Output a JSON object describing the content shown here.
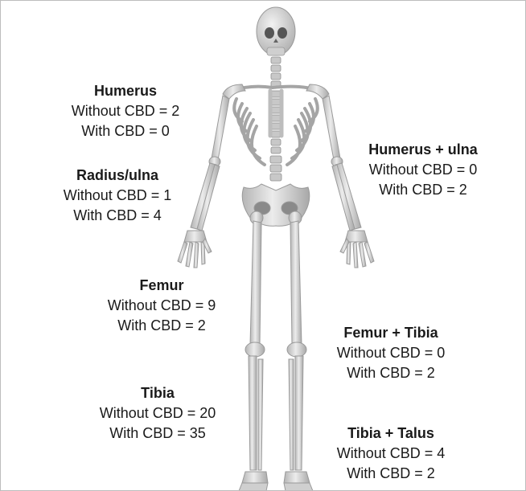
{
  "figure": {
    "labels": [
      {
        "id": "humerus",
        "name": "Humerus",
        "without": "Without CBD = 2",
        "with": "With CBD = 0"
      },
      {
        "id": "radius-ulna",
        "name": "Radius/ulna",
        "without": "Without CBD = 1",
        "with": "With CBD = 4"
      },
      {
        "id": "femur",
        "name": "Femur",
        "without": "Without CBD = 9",
        "with": "With CBD = 2"
      },
      {
        "id": "tibia",
        "name": "Tibia",
        "without": "Without CBD = 20",
        "with": "With CBD = 35"
      },
      {
        "id": "humerus-ulna",
        "name": "Humerus + ulna",
        "without": "Without CBD = 0",
        "with": "With CBD = 2"
      },
      {
        "id": "femur-tibia",
        "name": "Femur + Tibia",
        "without": "Without CBD = 0",
        "with": "With CBD = 2"
      },
      {
        "id": "tibia-talus",
        "name": "Tibia + Talus",
        "without": "Without CBD = 4",
        "with": "With CBD = 2"
      }
    ],
    "colors": {
      "bone": "#d9d9d9",
      "bone_shadow": "#a9a9a9",
      "text": "#1a1a1a",
      "border": "#bdbdbd"
    }
  }
}
